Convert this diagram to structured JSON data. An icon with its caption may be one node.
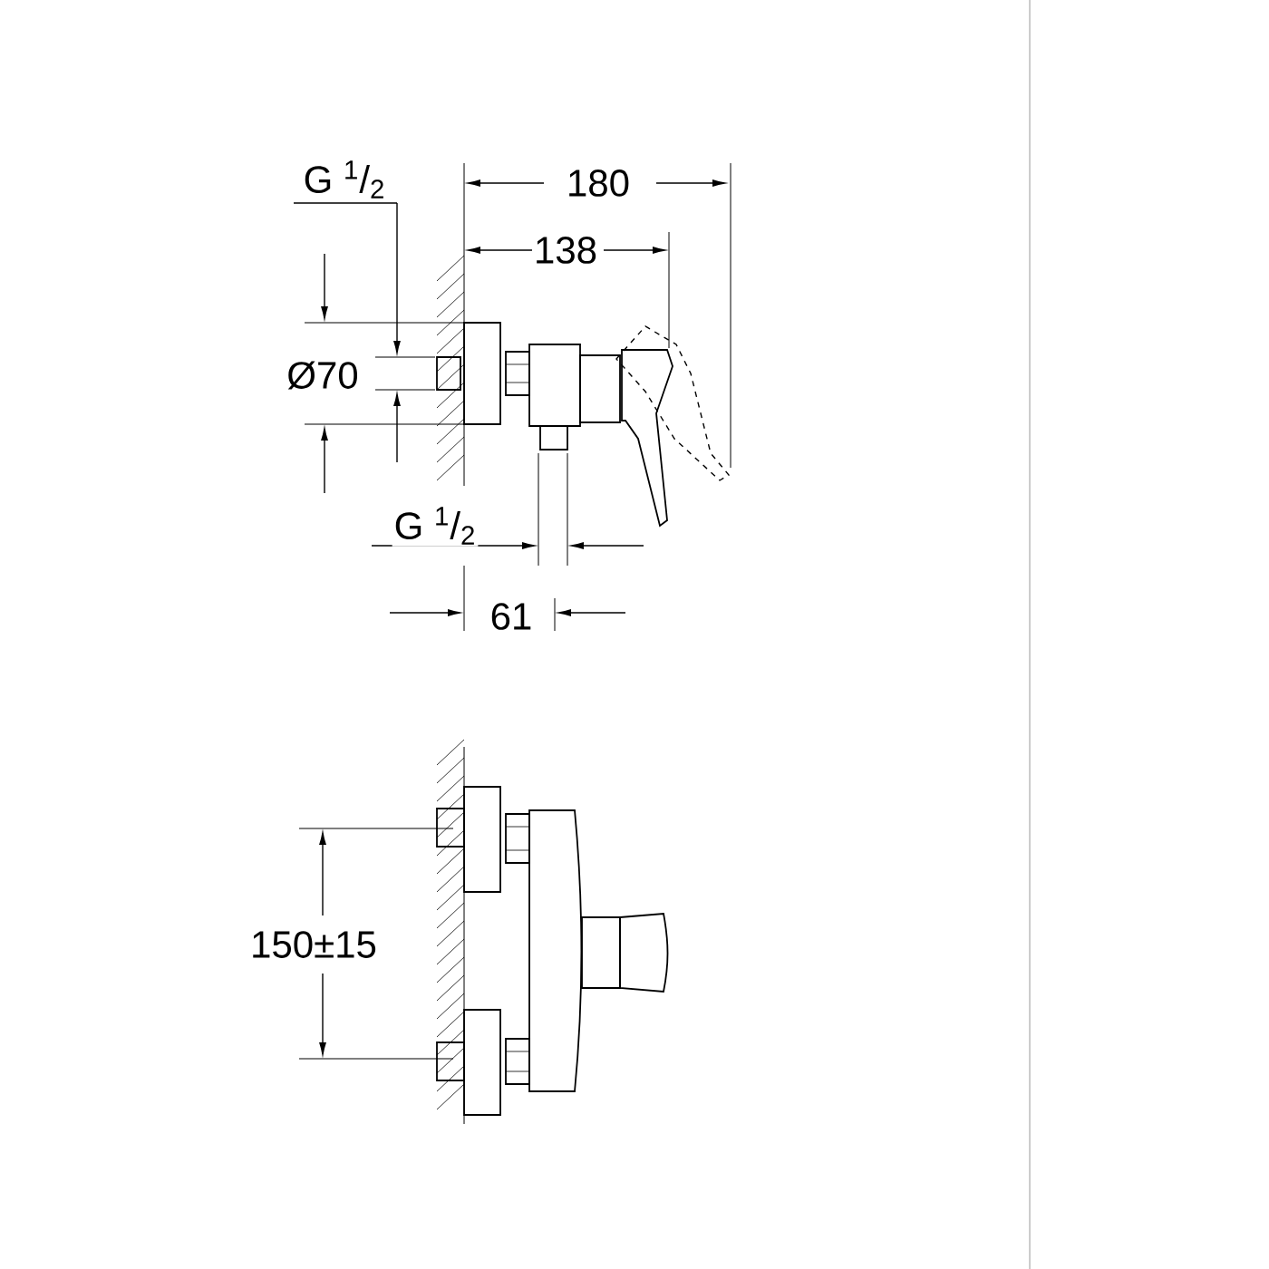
{
  "diagram": {
    "labels": [
      "G $^{1}$/$_{2}$",
      "180",
      "138",
      "Ø70",
      "G $^{1}$/$_{2}$",
      "61",
      "150±15"
    ]
  }
}
